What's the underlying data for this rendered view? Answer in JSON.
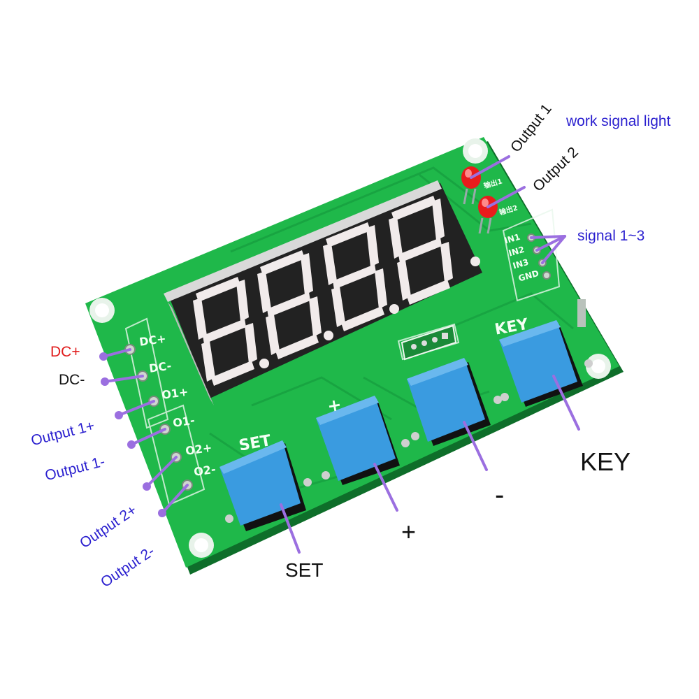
{
  "colors": {
    "pcb": "#1fb84a",
    "pcb_dark": "#15923a",
    "pcb_trace": "#22a648",
    "pointer": "#9b6fe0",
    "button": "#3a9be0",
    "label_blue": "#2a1fcf",
    "label_red": "#e01b1b",
    "display_body": "#2a2a2a",
    "segment": "#f2ecec",
    "led": "#e81c1c"
  },
  "labels": {
    "dc_plus": "DC+",
    "dc_minus": "DC-",
    "output1_plus": "Output 1+",
    "output1_minus": "Output 1-",
    "output2_plus": "Output  2+",
    "output2_minus": "Output  2-",
    "output_1": "Output 1",
    "output_2": "Output 2",
    "work_signal_light": "work signal light",
    "signal": "signal 1~3",
    "set": "SET",
    "plus": "+",
    "minus": "-",
    "key": "KEY"
  },
  "silkscreen": {
    "dc_plus": "DC+",
    "dc_minus": "DC-",
    "o1_plus": "O1+",
    "o1_minus": "O1-",
    "o2_plus": "O2+",
    "o2_minus": "O2-",
    "in1": "IN1",
    "in2": "IN2",
    "in3": "IN3",
    "gnd": "GND",
    "set": "SET",
    "plus": "+",
    "key": "KEY",
    "led1": "输出1",
    "led2": "输出2"
  },
  "display": {
    "digits": "8.8.8.8."
  }
}
